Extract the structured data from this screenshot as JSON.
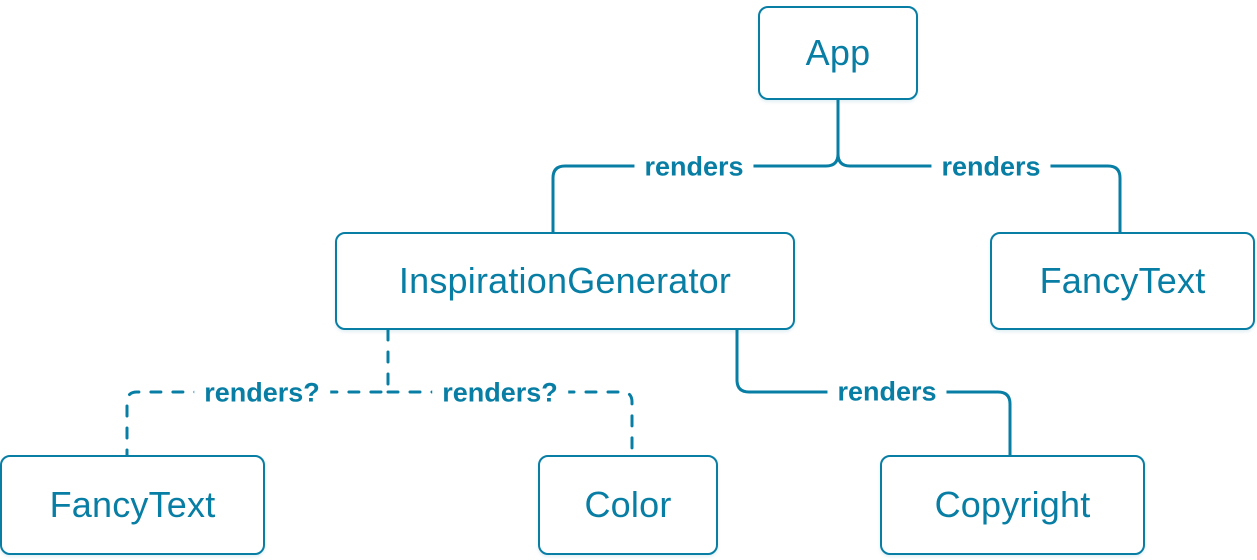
{
  "diagram": {
    "type": "render-tree",
    "colors": {
      "accent": "#087ea4",
      "node_fill": "#ffffff",
      "background": "#ffffff"
    },
    "nodes": [
      {
        "id": "app",
        "label": "App"
      },
      {
        "id": "inspiration-generator",
        "label": "InspirationGenerator"
      },
      {
        "id": "fancy-text-top",
        "label": "FancyText"
      },
      {
        "id": "fancy-text-bottom",
        "label": "FancyText"
      },
      {
        "id": "color",
        "label": "Color"
      },
      {
        "id": "copyright",
        "label": "Copyright"
      }
    ],
    "edges": [
      {
        "from": "App",
        "to": "InspirationGenerator",
        "label": "renders",
        "style": "solid"
      },
      {
        "from": "App",
        "to": "FancyText",
        "label": "renders",
        "style": "solid"
      },
      {
        "from": "InspirationGenerator",
        "to": "FancyText",
        "label": "renders?",
        "style": "dashed"
      },
      {
        "from": "InspirationGenerator",
        "to": "Color",
        "label": "renders?",
        "style": "dashed"
      },
      {
        "from": "InspirationGenerator",
        "to": "Copyright",
        "label": "renders",
        "style": "solid"
      }
    ]
  }
}
